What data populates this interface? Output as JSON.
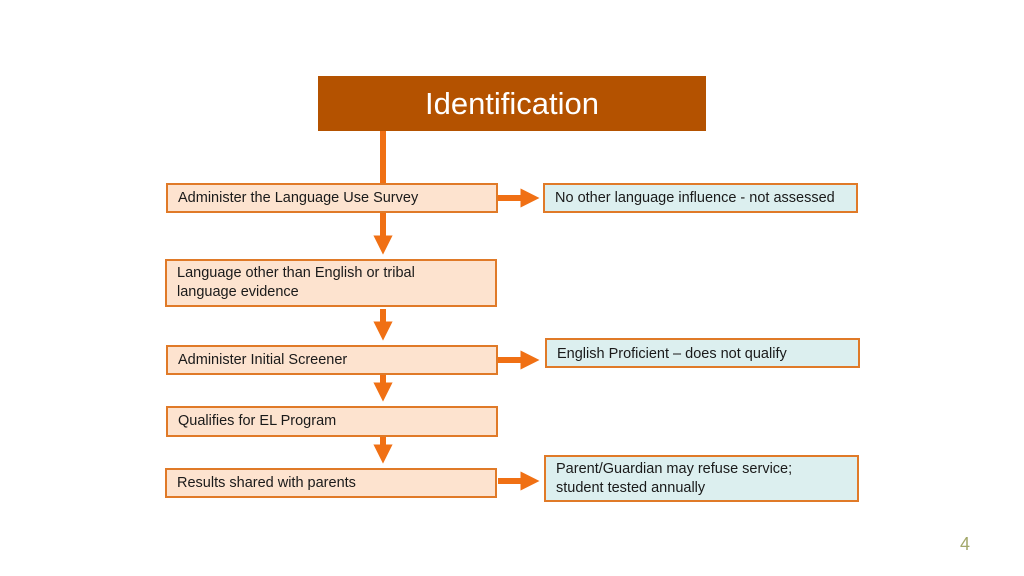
{
  "title": "Identification",
  "steps": [
    "Administer the Language Use Survey",
    "Language other than English or tribal\nlanguage evidence",
    "Administer Initial Screener",
    "Qualifies for EL Program",
    "Results shared with parents"
  ],
  "outcomes": [
    "No other language influence - not assessed",
    "English Proficient – does not qualify",
    "Parent/Guardian may refuse service;\nstudent tested annually"
  ],
  "page_number": "4",
  "colors": {
    "title_bg": "#b45200",
    "arrow": "#f07014",
    "step_fill": "#fde3cf",
    "outcome_fill": "#dcefef",
    "border": "#e07a28"
  }
}
